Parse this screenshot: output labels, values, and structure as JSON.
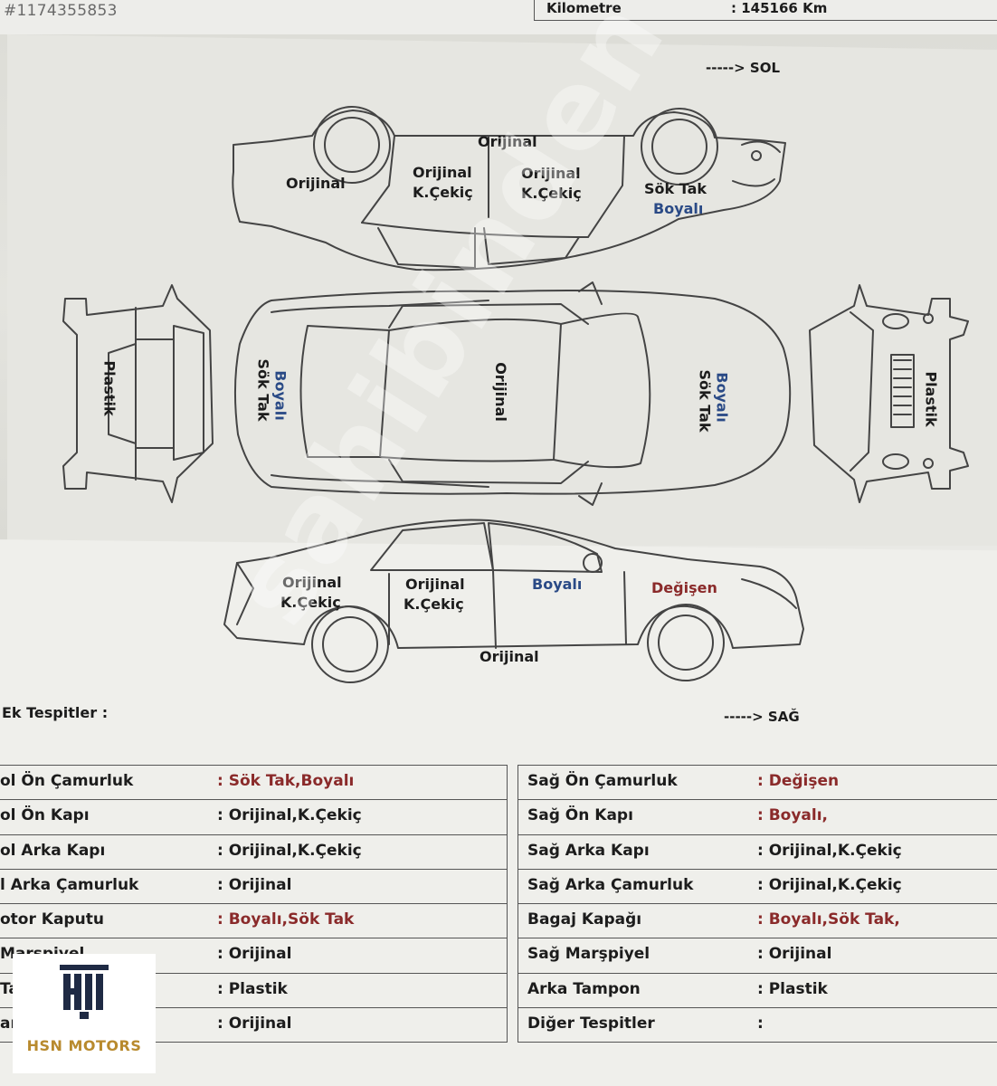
{
  "listing_id": "#1174355853",
  "kilometre": {
    "label": "Kilometre",
    "value": ": 145166 Km"
  },
  "directions": {
    "left": "-----> SOL",
    "right": "-----> SAĞ"
  },
  "diagram": {
    "left_side": {
      "rear_fender": "Orijinal",
      "rear_door": [
        "Orijinal",
        "K.Çekiç"
      ],
      "front_door": [
        "Orijinal",
        "K.Çekiç"
      ],
      "roof_line": "Orijinal",
      "front_fender": [
        "Sök Tak",
        "Boyalı"
      ]
    },
    "top_view": {
      "trunk": [
        "Boyalı",
        "Sök Tak"
      ],
      "roof": "Orijinal",
      "hood": [
        "Boyalı",
        "Sök Tak"
      ]
    },
    "rear_view": "Plastik",
    "front_view": "Plastik",
    "right_side": {
      "rear_fender": [
        "Orijinal",
        "K.Çekiç"
      ],
      "rear_door": [
        "Orijinal",
        "K.Çekiç"
      ],
      "front_door": "Boyalı",
      "front_fender": "Değişen",
      "sill": "Orijinal"
    }
  },
  "ek_tespitler": "Ek Tespitler :",
  "left_table": [
    {
      "key": "ol Ön Çamurluk",
      "value": ": Sök Tak,Boyalı",
      "color": "#8a2a2a"
    },
    {
      "key": "ol Ön Kapı",
      "value": ": Orijinal,K.Çekiç",
      "color": "#1c1c1c"
    },
    {
      "key": "ol Arka Kapı",
      "value": ": Orijinal,K.Çekiç",
      "color": "#1c1c1c"
    },
    {
      "key": "l Arka Çamurluk",
      "value": ": Orijinal",
      "color": "#1c1c1c"
    },
    {
      "key": "otor Kaputu",
      "value": ": Boyalı,Sök Tak",
      "color": "#8a2a2a"
    },
    {
      "key": "Marşpiyel",
      "value": ": Orijinal",
      "color": "#1c1c1c"
    },
    {
      "key": "Tampon",
      "value": ": Plastik",
      "color": "#1c1c1c"
    },
    {
      "key": "an",
      "value": ": Orijinal",
      "color": "#1c1c1c"
    }
  ],
  "right_table": [
    {
      "key": "Sağ Ön Çamurluk",
      "value": ": Değişen",
      "color": "#8a2a2a"
    },
    {
      "key": "Sağ Ön Kapı",
      "value": ": Boyalı,",
      "color": "#8a2a2a"
    },
    {
      "key": "Sağ Arka Kapı",
      "value": ": Orijinal,K.Çekiç",
      "color": "#1c1c1c"
    },
    {
      "key": "Sağ Arka Çamurluk",
      "value": ": Orijinal,K.Çekiç",
      "color": "#1c1c1c"
    },
    {
      "key": "Bagaj Kapağı",
      "value": ": Boyalı,Sök Tak,",
      "color": "#8a2a2a"
    },
    {
      "key": "Sağ Marşpiyel",
      "value": ": Orijinal",
      "color": "#1c1c1c"
    },
    {
      "key": "Arka Tampon",
      "value": ": Plastik",
      "color": "#1c1c1c"
    },
    {
      "key": "Diğer Tespitler",
      "value": ":",
      "color": "#1c1c1c"
    }
  ],
  "watermark": "sahibinden",
  "logo": {
    "brand": "HSN MOTORS",
    "mark": "HSN",
    "small": "MOTORS"
  }
}
